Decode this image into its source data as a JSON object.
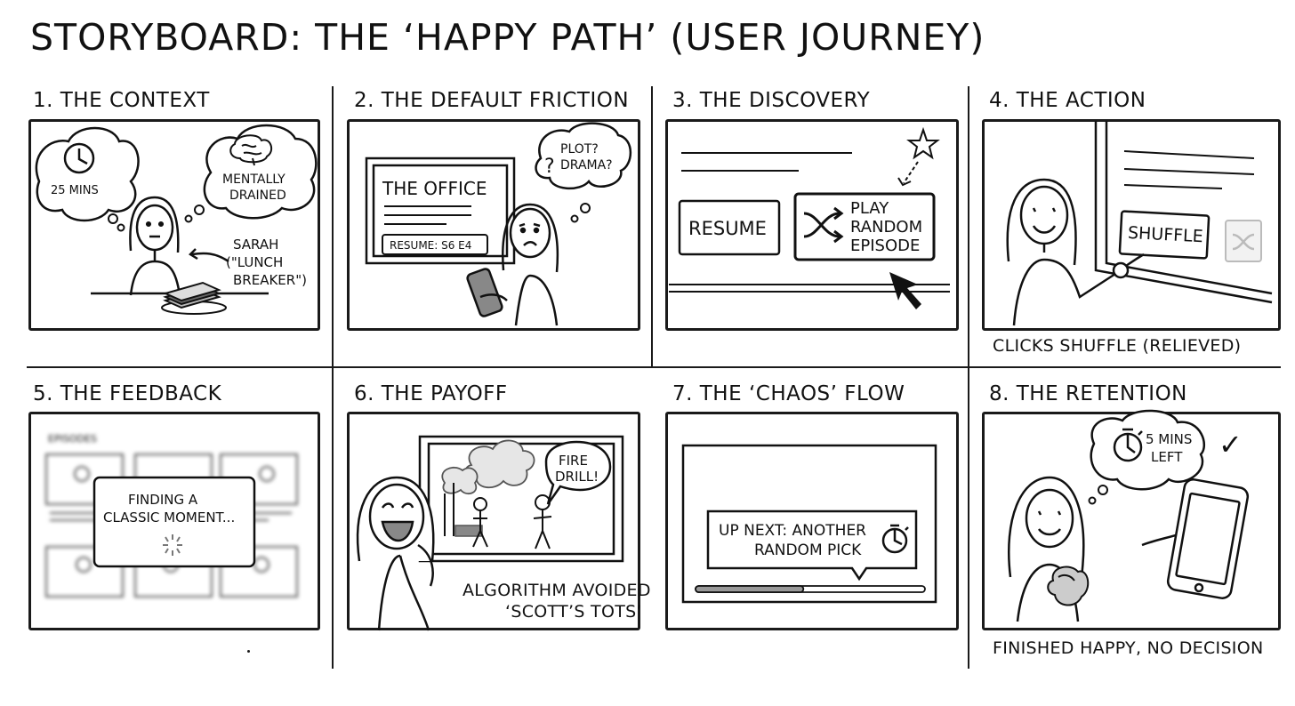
{
  "title": "STORYBOARD: THE ‘HAPPY PATH’ (USER JOURNEY)",
  "panels": [
    {
      "heading": "1. THE CONTEXT",
      "time": "25 MINS",
      "thought": [
        "MENTALLY",
        "DRAINED"
      ],
      "name": [
        "SARAH",
        "(\"LUNCH",
        "BREAKER\")"
      ]
    },
    {
      "heading": "2. THE DEFAULT FRICTION",
      "show": "THE OFFICE",
      "resume": "RESUME: S6 E4",
      "thought": [
        "PLOT?",
        "DRAMA?"
      ],
      "q": "?"
    },
    {
      "heading": "3. THE DISCOVERY",
      "resume_btn": "RESUME",
      "random_btn": [
        "PLAY",
        "RANDOM",
        "EPISODE"
      ]
    },
    {
      "heading": "4. THE ACTION",
      "shuffle_btn": "SHUFFLE",
      "caption": "CLICKS SHUFFLE (RELIEVED)"
    },
    {
      "heading": "5. THE FEEDBACK",
      "bg_label": "EPISODES",
      "loading": [
        "FINDING A",
        "CLASSIC MOMENT..."
      ]
    },
    {
      "heading": "6. THE PAYOFF",
      "speech": [
        "FIRE",
        "DRILL!"
      ],
      "caption": [
        "ALGORITHM AVOIDED",
        "‘SCOTT’S TOTS’"
      ]
    },
    {
      "heading": "7. THE ‘CHAOS’ FLOW",
      "upnext": [
        "UP NEXT: ANOTHER",
        "RANDOM PICK"
      ],
      "progress": 0.47
    },
    {
      "heading": "8. THE RETENTION",
      "thought": [
        "5 MINS",
        "LEFT"
      ],
      "check": "✓",
      "caption": "FINISHED HAPPY, NO DECISION"
    }
  ]
}
